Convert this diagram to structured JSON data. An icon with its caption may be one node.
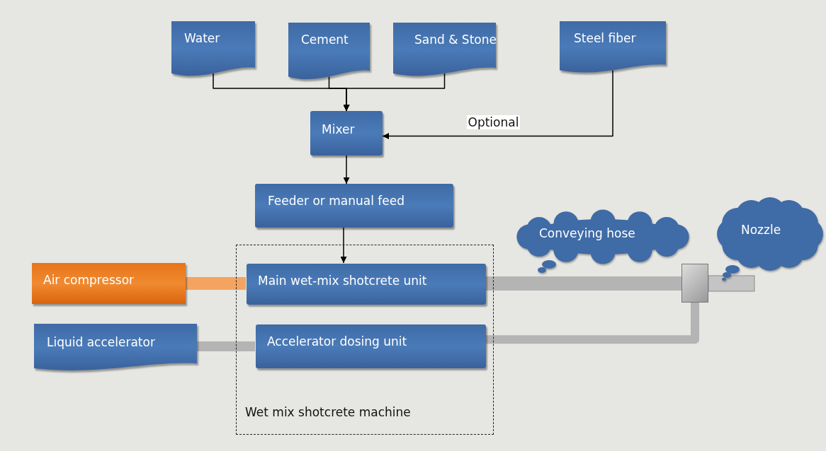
{
  "diagram": {
    "nodes": [
      {
        "text": [
          "Water"
        ]
      },
      {
        "text": [
          "Cement"
        ]
      },
      {
        "text": [
          "Sand & Stone"
        ]
      },
      {
        "text": [
          "Steel fiber"
        ]
      },
      {
        "text": [
          "Mixer"
        ]
      },
      {
        "text": [
          "Feeder or manual feed"
        ]
      },
      {
        "text": [
          "Wet mix shotcrete machine"
        ]
      },
      {
        "text": [
          "Main wet-mix shotcrete unit"
        ],
        "in": 6
      },
      {
        "text": [
          "Accelerator dosing unit"
        ],
        "in": 6
      },
      {
        "text": [
          "Air compressor"
        ]
      },
      {
        "text": [
          "Liquid accelerator"
        ]
      },
      {
        "text": [
          "Conveying hose"
        ]
      },
      {
        "text": [
          "Nozzle"
        ]
      },
      {
        "text": [],
        "shape": "box"
      }
    ],
    "edges": [
      {
        "from": 0,
        "to": 4,
        "arrow": "to"
      },
      {
        "from": 1,
        "to": 4,
        "arrow": "to"
      },
      {
        "from": 2,
        "to": 4,
        "arrow": "to"
      },
      {
        "from": 3,
        "to": 4,
        "arrow": "to",
        "label": "Optional"
      },
      {
        "from": 4,
        "to": 5,
        "arrow": "to"
      },
      {
        "from": 5,
        "to": 7,
        "arrow": "to"
      },
      {
        "from": 9,
        "to": 7,
        "arrow": "none",
        "style": "thick",
        "color": "#f4a460"
      },
      {
        "from": 10,
        "to": 8,
        "arrow": "none",
        "style": "thick",
        "color": "#b4b4b4"
      },
      {
        "from": 7,
        "to": 13,
        "arrow": "none",
        "style": "thick",
        "color": "#b4b4b4"
      },
      {
        "from": 8,
        "to": 13,
        "arrow": "none",
        "style": "thick",
        "color": "#b4b4b4"
      }
    ]
  }
}
